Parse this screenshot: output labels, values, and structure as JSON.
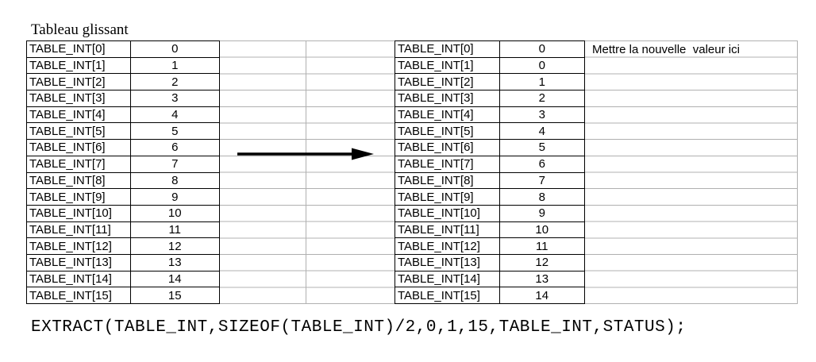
{
  "page": {
    "title": "Tableau glissant"
  },
  "left_table": {
    "rows": [
      {
        "label": "TABLE_INT[0]",
        "value": "0"
      },
      {
        "label": "TABLE_INT[1]",
        "value": "1"
      },
      {
        "label": "TABLE_INT[2]",
        "value": "2"
      },
      {
        "label": "TABLE_INT[3]",
        "value": "3"
      },
      {
        "label": "TABLE_INT[4]",
        "value": "4"
      },
      {
        "label": "TABLE_INT[5]",
        "value": "5"
      },
      {
        "label": "TABLE_INT[6]",
        "value": "6"
      },
      {
        "label": "TABLE_INT[7]",
        "value": "7"
      },
      {
        "label": "TABLE_INT[8]",
        "value": "8"
      },
      {
        "label": "TABLE_INT[9]",
        "value": "9"
      },
      {
        "label": "TABLE_INT[10]",
        "value": "10"
      },
      {
        "label": "TABLE_INT[11]",
        "value": "11"
      },
      {
        "label": "TABLE_INT[12]",
        "value": "12"
      },
      {
        "label": "TABLE_INT[13]",
        "value": "13"
      },
      {
        "label": "TABLE_INT[14]",
        "value": "14"
      },
      {
        "label": "TABLE_INT[15]",
        "value": "15"
      }
    ]
  },
  "right_table": {
    "rows": [
      {
        "label": "TABLE_INT[0]",
        "value": "0"
      },
      {
        "label": "TABLE_INT[1]",
        "value": "0"
      },
      {
        "label": "TABLE_INT[2]",
        "value": "1"
      },
      {
        "label": "TABLE_INT[3]",
        "value": "2"
      },
      {
        "label": "TABLE_INT[4]",
        "value": "3"
      },
      {
        "label": "TABLE_INT[5]",
        "value": "4"
      },
      {
        "label": "TABLE_INT[6]",
        "value": "5"
      },
      {
        "label": "TABLE_INT[7]",
        "value": "6"
      },
      {
        "label": "TABLE_INT[8]",
        "value": "7"
      },
      {
        "label": "TABLE_INT[9]",
        "value": "8"
      },
      {
        "label": "TABLE_INT[10]",
        "value": "9"
      },
      {
        "label": "TABLE_INT[11]",
        "value": "10"
      },
      {
        "label": "TABLE_INT[12]",
        "value": "11"
      },
      {
        "label": "TABLE_INT[13]",
        "value": "12"
      },
      {
        "label": "TABLE_INT[14]",
        "value": "13"
      },
      {
        "label": "TABLE_INT[15]",
        "value": "14"
      }
    ]
  },
  "arrow": {
    "icon": "arrow-right"
  },
  "annotation": {
    "text": "Mettre la nouvelle  valeur ici"
  },
  "code": {
    "text": "EXTRACT(TABLE_INT,SIZEOF(TABLE_INT)/2,0,1,15,TABLE_INT,STATUS);"
  },
  "colors": {
    "table_border": "#000000",
    "gridline": "#b0b0b0",
    "text": "#000000",
    "background": "#ffffff"
  }
}
